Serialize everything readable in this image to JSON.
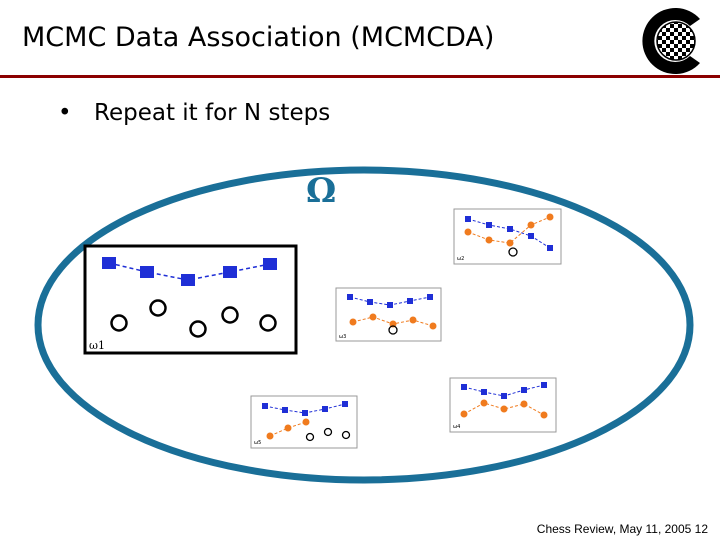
{
  "slide": {
    "title": "MCMC Data Association (MCMCDA)",
    "bullet": "Repeat it for N steps",
    "footer": "Chess Review, May 11, 2005 12"
  },
  "diagram": {
    "space_symbol": "Ω",
    "panels": [
      {
        "label": "ω1",
        "name": "panel-omega-1"
      },
      {
        "label": "ω2",
        "name": "panel-omega-2"
      },
      {
        "label": "ω3",
        "name": "panel-omega-3"
      },
      {
        "label": "ω4",
        "name": "panel-omega-4"
      },
      {
        "label": "ω5",
        "name": "panel-omega-5"
      }
    ]
  },
  "colors": {
    "title_rule": "#8b0000",
    "ellipse": "#1a6f98",
    "track_square": "#1f2fd6",
    "track_dot": "#f07b1e"
  }
}
